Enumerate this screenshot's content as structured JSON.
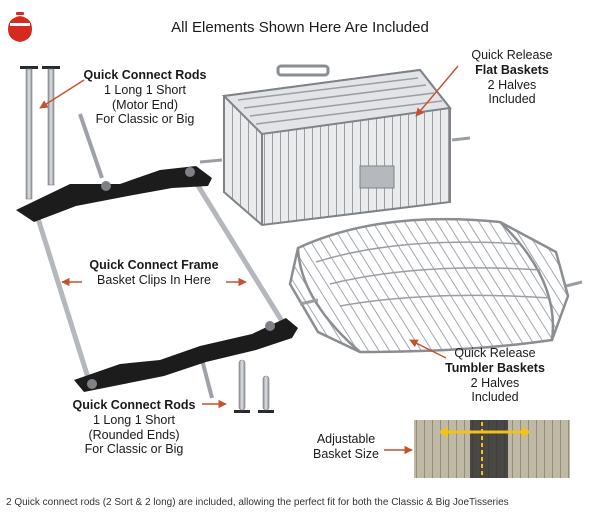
{
  "title": "All Elements Shown Here Are Included",
  "logo": {
    "icon": "egg-grill-icon",
    "color": "#d42a20"
  },
  "rods_top": {
    "heading": "Quick Connect Rods",
    "lines": [
      "1 Long 1 Short",
      "(Motor End)",
      "For Classic or Big"
    ]
  },
  "flat_baskets": {
    "lead": "Quick Release",
    "heading": "Flat Baskets",
    "lines": [
      "2 Halves",
      "Included"
    ]
  },
  "frame": {
    "heading": "Quick Connect Frame",
    "line": "Basket Clips In Here"
  },
  "tumbler_baskets": {
    "lead": "Quick Release",
    "heading": "Tumbler Baskets",
    "lines": [
      "2 Halves",
      "Included"
    ]
  },
  "rods_bottom": {
    "heading": "Quick Connect Rods",
    "lines": [
      "1 Long 1 Short",
      "(Rounded Ends)",
      "For  Classic or Big"
    ]
  },
  "adjustable": {
    "lines": [
      "Adjustable",
      "Basket Size"
    ]
  },
  "footnote": "2 Quick connect rods (2 Sort & 2 long) are included, allowing the perfect fit for both the Classic & Big JoeTisseries",
  "colors": {
    "arrow": "#c8502e",
    "steel": "#a9adb2",
    "frame": "#1c1c1c",
    "accent": "#f2c21a"
  }
}
